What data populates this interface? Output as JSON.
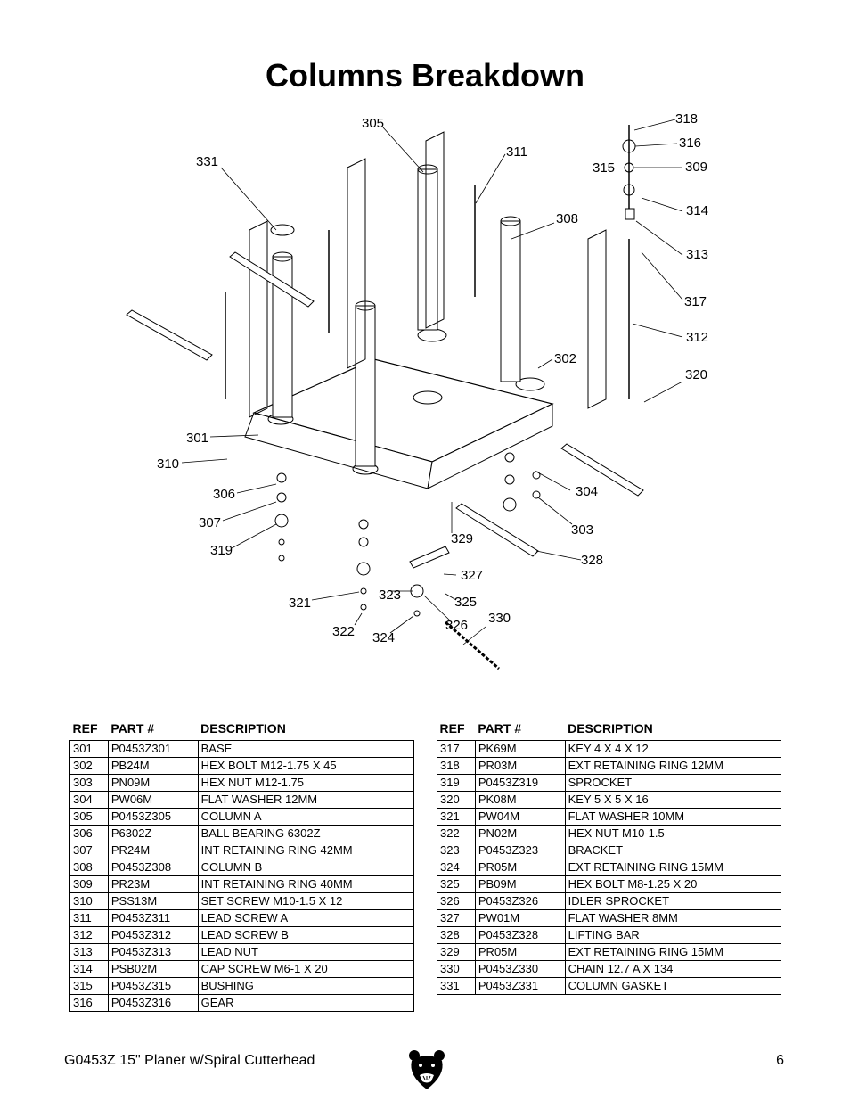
{
  "page": {
    "title": "Columns Breakdown",
    "footer_model": "G0453Z 15\" Planer w/Spiral Cutterhead",
    "page_number": "6"
  },
  "diagram": {
    "callouts": [
      "301",
      "302",
      "303",
      "304",
      "305",
      "306",
      "307",
      "308",
      "309",
      "310",
      "311",
      "312",
      "313",
      "314",
      "315",
      "316",
      "317",
      "318",
      "319",
      "320",
      "321",
      "322",
      "323",
      "324",
      "325",
      "326",
      "327",
      "328",
      "329",
      "330",
      "331"
    ]
  },
  "parts_table": {
    "headers": {
      "ref": "REF",
      "part": "PART #",
      "description": "DESCRIPTION"
    },
    "left": [
      {
        "ref": "301",
        "part": "P0453Z301",
        "description": "BASE"
      },
      {
        "ref": "302",
        "part": "PB24M",
        "description": "HEX BOLT M12-1.75 X 45"
      },
      {
        "ref": "303",
        "part": "PN09M",
        "description": "HEX NUT M12-1.75"
      },
      {
        "ref": "304",
        "part": "PW06M",
        "description": "FLAT WASHER 12MM"
      },
      {
        "ref": "305",
        "part": "P0453Z305",
        "description": "COLUMN A"
      },
      {
        "ref": "306",
        "part": "P6302Z",
        "description": "BALL BEARING 6302Z"
      },
      {
        "ref": "307",
        "part": "PR24M",
        "description": "INT RETAINING RING 42MM"
      },
      {
        "ref": "308",
        "part": "P0453Z308",
        "description": "COLUMN B"
      },
      {
        "ref": "309",
        "part": "PR23M",
        "description": "INT RETAINING RING 40MM"
      },
      {
        "ref": "310",
        "part": "PSS13M",
        "description": "SET SCREW M10-1.5 X 12"
      },
      {
        "ref": "311",
        "part": "P0453Z311",
        "description": "LEAD SCREW A"
      },
      {
        "ref": "312",
        "part": "P0453Z312",
        "description": "LEAD SCREW B"
      },
      {
        "ref": "313",
        "part": "P0453Z313",
        "description": "LEAD NUT"
      },
      {
        "ref": "314",
        "part": "PSB02M",
        "description": "CAP SCREW M6-1 X 20"
      },
      {
        "ref": "315",
        "part": "P0453Z315",
        "description": "BUSHING"
      },
      {
        "ref": "316",
        "part": "P0453Z316",
        "description": "GEAR"
      }
    ],
    "right": [
      {
        "ref": "317",
        "part": "PK69M",
        "description": "KEY 4 X 4 X 12"
      },
      {
        "ref": "318",
        "part": "PR03M",
        "description": "EXT RETAINING RING 12MM"
      },
      {
        "ref": "319",
        "part": "P0453Z319",
        "description": "SPROCKET"
      },
      {
        "ref": "320",
        "part": "PK08M",
        "description": "KEY 5 X 5 X 16"
      },
      {
        "ref": "321",
        "part": "PW04M",
        "description": "FLAT WASHER 10MM"
      },
      {
        "ref": "322",
        "part": "PN02M",
        "description": "HEX NUT M10-1.5"
      },
      {
        "ref": "323",
        "part": "P0453Z323",
        "description": "BRACKET"
      },
      {
        "ref": "324",
        "part": "PR05M",
        "description": "EXT RETAINING RING 15MM"
      },
      {
        "ref": "325",
        "part": "PB09M",
        "description": "HEX BOLT M8-1.25 X 20"
      },
      {
        "ref": "326",
        "part": "P0453Z326",
        "description": "IDLER SPROCKET"
      },
      {
        "ref": "327",
        "part": "PW01M",
        "description": "FLAT WASHER 8MM"
      },
      {
        "ref": "328",
        "part": "P0453Z328",
        "description": "LIFTING BAR"
      },
      {
        "ref": "329",
        "part": "PR05M",
        "description": "EXT RETAINING RING 15MM"
      },
      {
        "ref": "330",
        "part": "P0453Z330",
        "description": "CHAIN 12.7 A X 134"
      },
      {
        "ref": "331",
        "part": "P0453Z331",
        "description": "COLUMN GASKET"
      }
    ]
  },
  "logo": {
    "icon": "bear-head-logo"
  }
}
